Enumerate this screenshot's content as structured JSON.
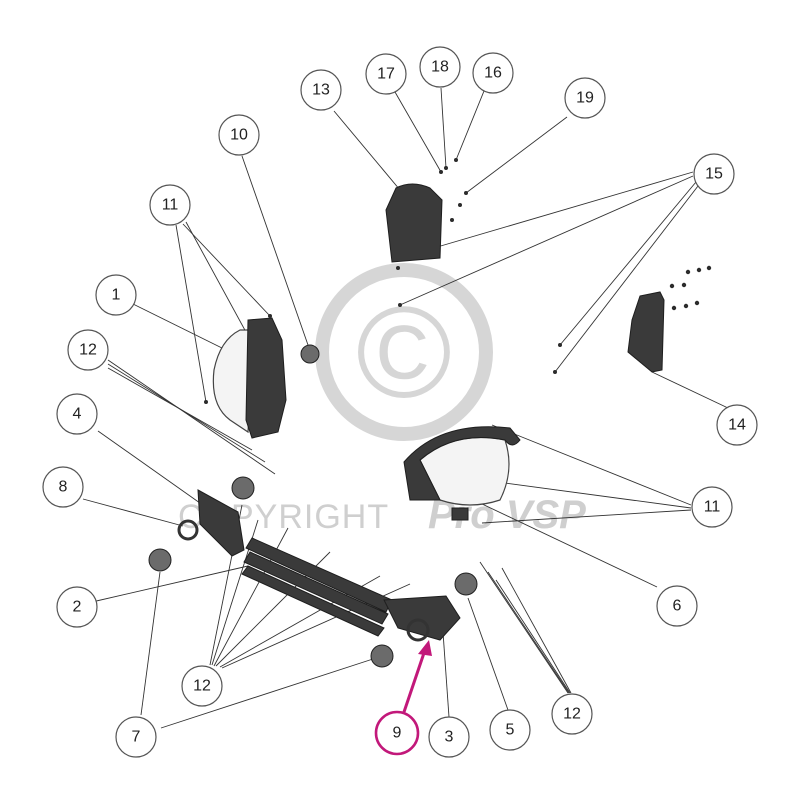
{
  "diagram": {
    "watermark": {
      "symbol": "©",
      "text": "COPYRIGHT",
      "brand": "Pro VSP"
    },
    "colors": {
      "highlight": "#c2187a",
      "parts_dark": "#3a3a3a",
      "watermark": "#cfcfcf"
    },
    "callouts": [
      {
        "id": "c1",
        "label": "1"
      },
      {
        "id": "c2",
        "label": "2"
      },
      {
        "id": "c3",
        "label": "3"
      },
      {
        "id": "c4",
        "label": "4"
      },
      {
        "id": "c5",
        "label": "5"
      },
      {
        "id": "c6",
        "label": "6"
      },
      {
        "id": "c7",
        "label": "7"
      },
      {
        "id": "c8",
        "label": "8"
      },
      {
        "id": "c9",
        "label": "9",
        "highlighted": true
      },
      {
        "id": "c10",
        "label": "10"
      },
      {
        "id": "c11a",
        "label": "11"
      },
      {
        "id": "c11b",
        "label": "11"
      },
      {
        "id": "c12a",
        "label": "12"
      },
      {
        "id": "c12b",
        "label": "12"
      },
      {
        "id": "c12c",
        "label": "12"
      },
      {
        "id": "c13",
        "label": "13"
      },
      {
        "id": "c14",
        "label": "14"
      },
      {
        "id": "c15",
        "label": "15"
      },
      {
        "id": "c16",
        "label": "16"
      },
      {
        "id": "c17",
        "label": "17"
      },
      {
        "id": "c18",
        "label": "18"
      },
      {
        "id": "c19",
        "label": "19"
      }
    ]
  }
}
